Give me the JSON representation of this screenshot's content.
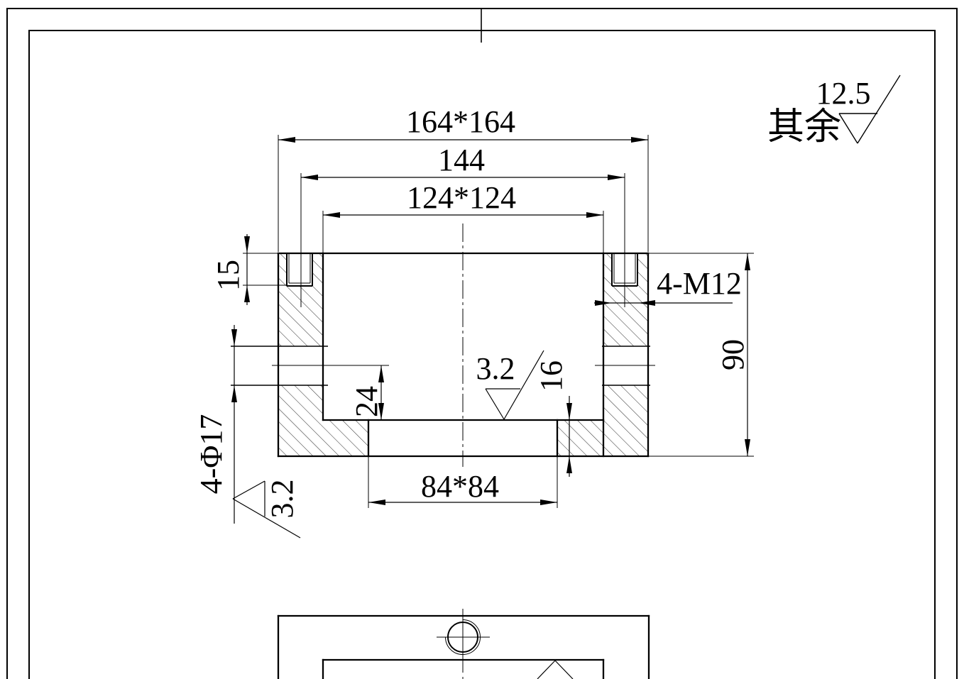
{
  "drawing": {
    "general_roughness": {
      "prefix": "其余",
      "value": "12.5"
    },
    "dimensions": {
      "outer_square": "164*164",
      "bolt_spacing": "144",
      "pocket_opening": "124*124",
      "tap_depth": "15",
      "side_holes": "4-Φ17",
      "side_hole_roughness": "3.2",
      "hole_to_floor": "24",
      "floor_roughness": "3.2",
      "base_step": "16",
      "bottom_opening": "84*84",
      "tap_holes": "4-M12",
      "total_height": "90"
    }
  }
}
